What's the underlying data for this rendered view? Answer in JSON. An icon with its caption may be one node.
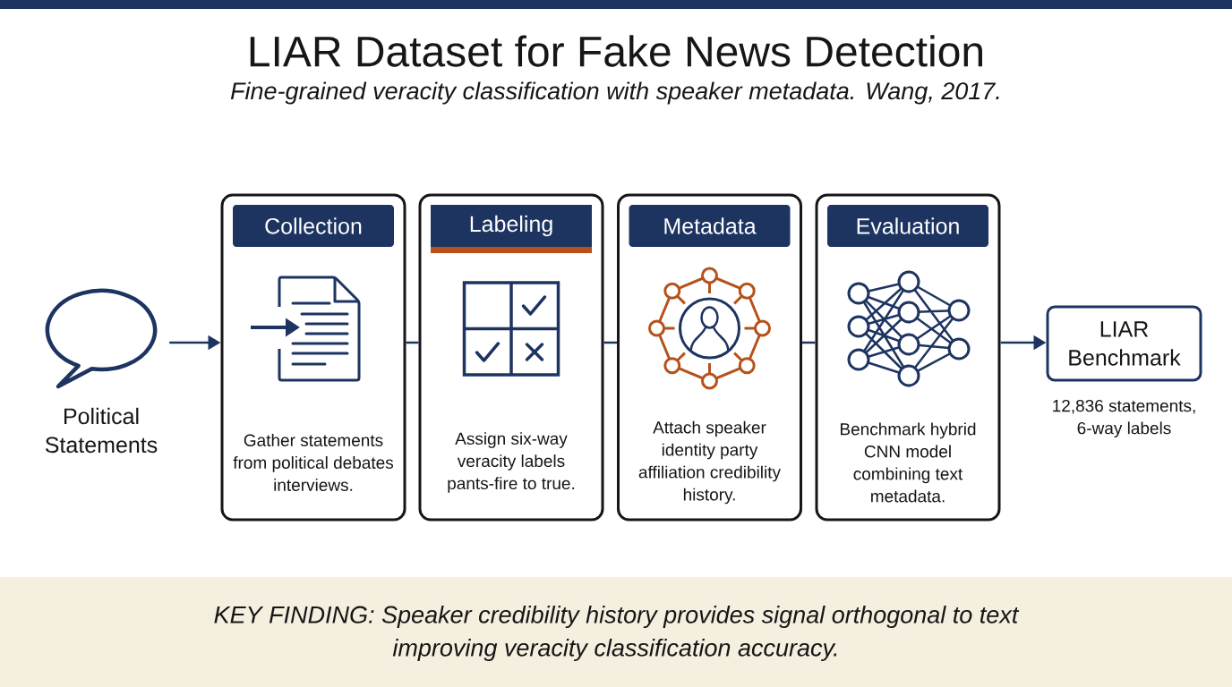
{
  "diagram": {
    "title": "LIAR Dataset for Fake News Detection",
    "caption": "KEY FINDING: Speaker credibility history provides signal orthogonal to text improving veracity classification accuracy.",
    "nodes": [
      {
        "text": [
          "Political Statements"
        ]
      },
      {
        "text": [
          "Collection",
          "Gather statements from political debates interviews."
        ]
      },
      {
        "text": [
          "Labeling",
          "Assign six-way veracity labels pants-fire to true."
        ]
      },
      {
        "text": [
          "Metadata",
          "Attach speaker identity party affiliation credibility history."
        ]
      },
      {
        "text": [
          "Evaluation",
          "Benchmark hybrid CNN model combining text metadata."
        ]
      },
      {
        "text": [
          "LIAR Benchmark"
        ],
        "beside": [
          "12,836 statements, 6-way labels"
        ]
      }
    ],
    "edges": [
      {
        "from": 0,
        "to": 1,
        "arrow": "to"
      },
      {
        "from": 1,
        "to": 2,
        "arrow": "none"
      },
      {
        "from": 2,
        "to": 3,
        "arrow": "none"
      },
      {
        "from": 3,
        "to": 4,
        "arrow": "none"
      },
      {
        "from": 4,
        "to": 5,
        "arrow": "to"
      }
    ],
    "labels": [
      "Fine-grained veracity classification with speaker metadata. Wang, 2017."
    ]
  }
}
